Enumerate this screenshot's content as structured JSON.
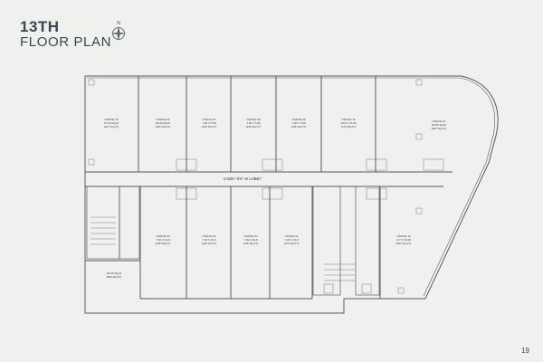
{
  "header": {
    "title_line1": "13TH",
    "title_line2": "FLOOR PLAN",
    "compass_north": "N"
  },
  "footer": {
    "page_number": "19"
  },
  "plan": {
    "lobby_label": "2.55M / 8'5\" W LOBBY",
    "colors": {
      "wall": "#5a5a5a",
      "thin": "#7a7a7a",
      "background": "#eef1ee"
    },
    "offices_top": [
      {
        "name": "OFFICE 16",
        "area": "37.90 SQ.M",
        "dims": "(407 SQ.FT)"
      },
      {
        "name": "OFFICE 09",
        "area": "32.09 SQ.M",
        "dims": "(345 SQ.FT)"
      },
      {
        "name": "OFFICE 07",
        "area": "7.00 X 5.56",
        "dims": "(345 SQ.FT)"
      },
      {
        "name": "OFFICE 08",
        "area": "7.00 X 5.56",
        "dims": "(345 SQ.FT)"
      },
      {
        "name": "OFFICE 09",
        "area": "7.00 X 5.56",
        "dims": "(345 SQ.FT)"
      },
      {
        "name": "OFFICE 10",
        "area": "34.07 X 5.56",
        "dims": "(372 SQ.FT)"
      },
      {
        "name": "OFFICE 11",
        "area": "63.83 SQ.M",
        "dims": "(687 SQ.FT)"
      }
    ],
    "offices_bottom": [
      {
        "name": "OFFICE 04",
        "area": "7.40 X 10.9",
        "dims": "(345 SQ.FT)"
      },
      {
        "name": "OFFICE 03",
        "area": "7.40 X 10.9",
        "dims": "(345 SQ.FT)"
      },
      {
        "name": "OFFICE 02",
        "area": "7.40 X 10.9",
        "dims": "(345 SQ.FT)"
      },
      {
        "name": "OFFICE 01",
        "area": "7.40 X 10.9",
        "dims": "(372 SQ.FT)"
      },
      {
        "name": "OFFICE 12",
        "area": "6.77 X 8.18",
        "dims": "(597 SQ.FT)"
      }
    ],
    "corner_room": {
      "area": "53.90 SQ.M",
      "dims": "(580 SQ.FT)"
    }
  }
}
